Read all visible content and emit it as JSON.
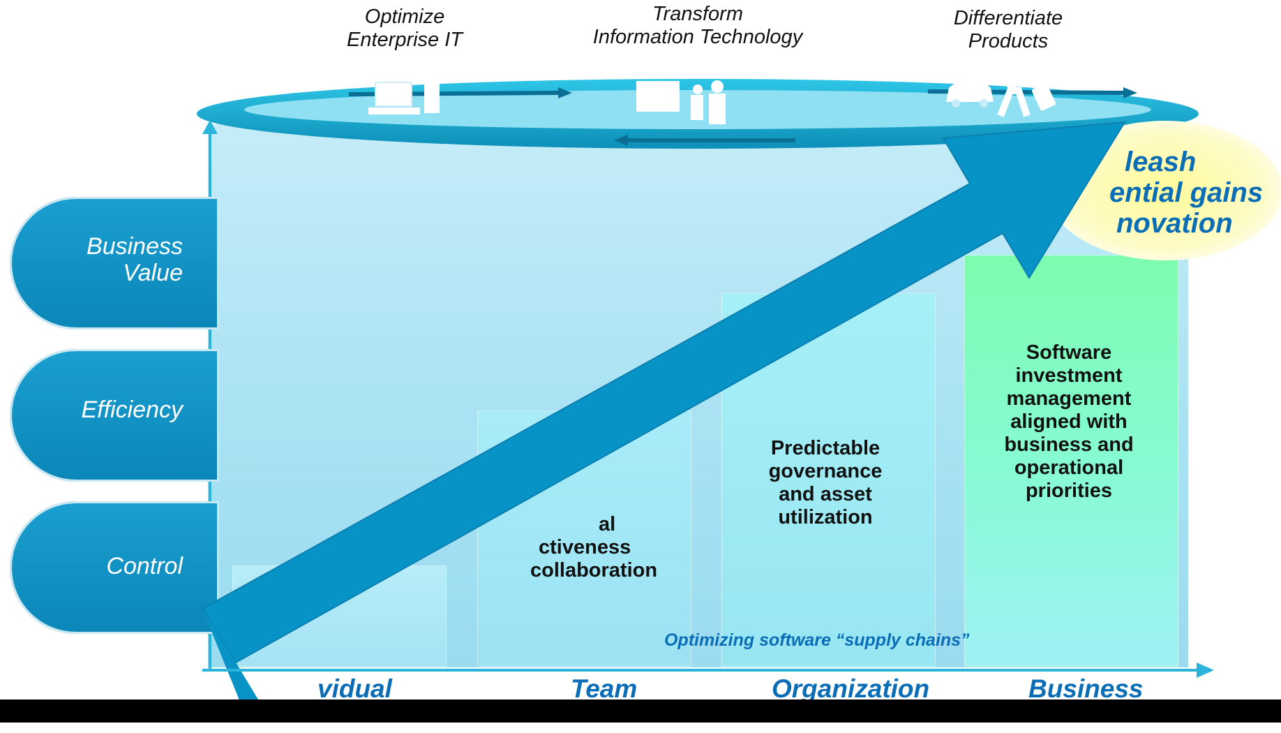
{
  "top_labels": {
    "optimize": [
      "Optimize",
      "Enterprise IT"
    ],
    "transform": [
      "Transform",
      "Information Technology"
    ],
    "differentiate": [
      "Differentiate",
      "Products"
    ]
  },
  "y_labels": {
    "business_value": [
      "Business",
      "Value"
    ],
    "efficiency": "Efficiency",
    "control": "Control"
  },
  "bars": {
    "team": [
      "al",
      "ctiveness",
      "collaboration"
    ],
    "organization": [
      "Predictable",
      "governance",
      "and asset",
      "utilization"
    ],
    "business": [
      "Software",
      "investment",
      "management",
      "aligned with",
      "business and",
      "operational",
      "priorities"
    ]
  },
  "bubble": [
    "leash",
    "ential gains",
    "novation"
  ],
  "supply_chain": "Optimizing software “supply chains”",
  "x_labels": {
    "individual": "vidual",
    "team": "Team",
    "organization": "Organization",
    "business": "Business"
  },
  "icons": [
    "computer-icon",
    "people-icon",
    "car-icon",
    "phone-icon"
  ],
  "colors": {
    "accent": "#0b86b8",
    "label_blue": "#0b6db5",
    "business_bar": "#7dfcb0",
    "bubble_yellow": "#fffb9a"
  }
}
